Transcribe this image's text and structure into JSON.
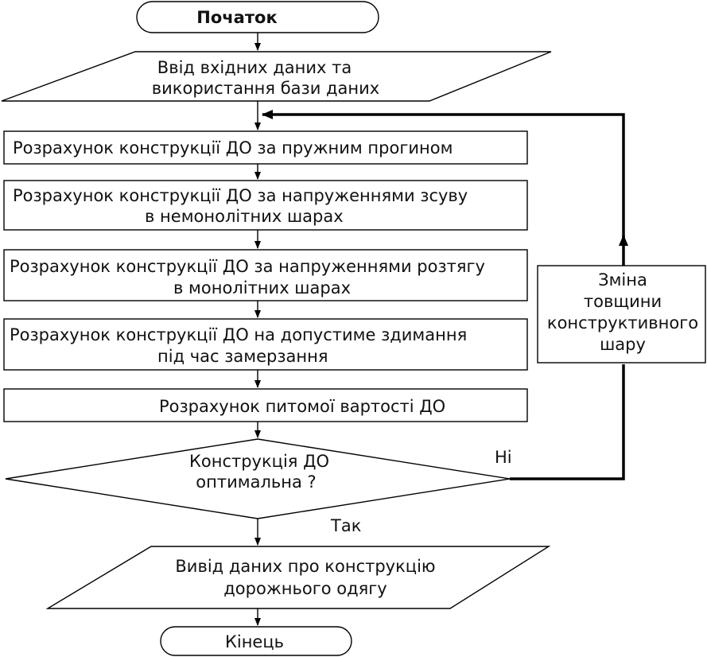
{
  "start": "Початок",
  "input": [
    "Ввід  вхідних  даних   та",
    "використання  бази  даних"
  ],
  "step1": "Розрахунок конструкції ДО за пружним прогином",
  "step2": [
    "Розрахунок конструкції ДО за напруженнями зсуву",
    "в  немонолітних шарах"
  ],
  "step3": [
    "Розрахунок конструкції ДО за напруженнями розтягу",
    "в монолітних шарах"
  ],
  "step4": [
    "Розрахунок конструкції ДО на допустиме здимання",
    "під час  замерзання"
  ],
  "step5": "Розрахунок питомої вартості ДО",
  "decision": [
    "Конструкція ДО",
    "оптимальна ?"
  ],
  "no_label": "Ні",
  "yes_label": "Так",
  "change": [
    "Зміна",
    "товщини",
    "конструктивного",
    "шару"
  ],
  "output": [
    "Вивід даних про конструкцію",
    "дорожнього одягу"
  ],
  "end": "Кінець"
}
